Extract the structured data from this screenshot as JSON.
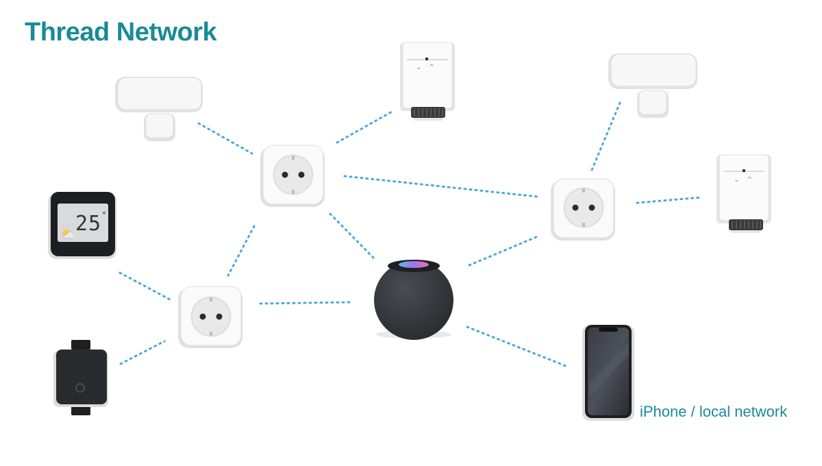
{
  "title": "Thread Network",
  "caption": "iPhone / local network",
  "thermostat_reading": "25",
  "thermostat_unit": "°",
  "colors": {
    "accent": "#1a8a98",
    "link": "#4aa8dc",
    "device_light": "#f2f2f2",
    "device_dark": "#2c2d31"
  }
}
